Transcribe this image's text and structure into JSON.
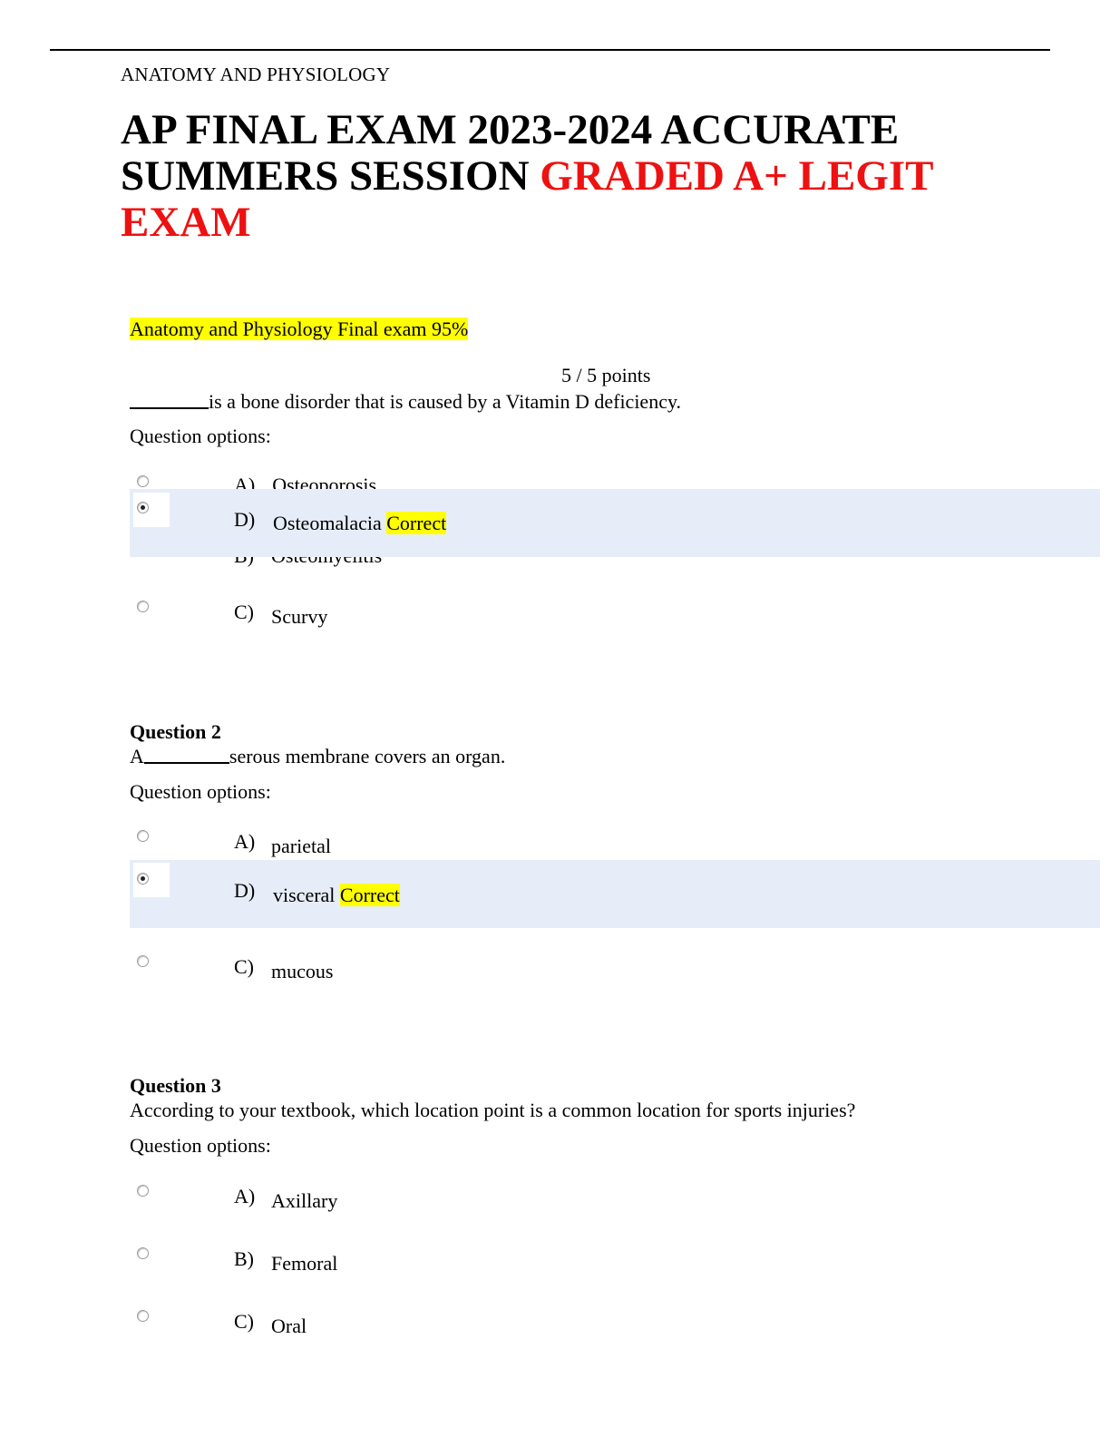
{
  "header": {
    "subject": "ANATOMY AND PHYSIOLOGY",
    "title_black": "AP FINAL EXAM 2023-2024 ACCURATE SUMMERS SESSION ",
    "title_red": "GRADED A+ LEGIT EXAM"
  },
  "exam_label": "Anatomy and Physiology Final exam 95%",
  "points": "5 / 5 points",
  "options_label": "Question options:",
  "correct_tag": "Correct",
  "q1": {
    "text_after_blank": "is a bone disorder that is caused by a Vitamin D deficiency.",
    "opt_a_letter": "A)",
    "opt_a": "Osteoporosis",
    "opt_b_letter": "B)",
    "opt_b": "Osteomyelitis",
    "opt_d_letter": "D)",
    "opt_d": "Osteomalacia",
    "opt_c_letter": "C)",
    "opt_c": "Scurvy"
  },
  "q2": {
    "title": "Question 2",
    "text_before_blank": "A",
    "text_after_blank": "serous membrane covers an organ.",
    "opt_a_letter": "A)",
    "opt_a": "parietal",
    "opt_d_letter": "D)",
    "opt_d": "visceral",
    "opt_c_letter": "C)",
    "opt_c": "mucous"
  },
  "q3": {
    "title": "Question 3",
    "text": "According to your textbook, which location point is a common location for sports injuries?",
    "opt_a_letter": "A)",
    "opt_a": "Axillary",
    "opt_b_letter": "B)",
    "opt_b": "Femoral",
    "opt_c_letter": "C)",
    "opt_c": "Oral"
  }
}
